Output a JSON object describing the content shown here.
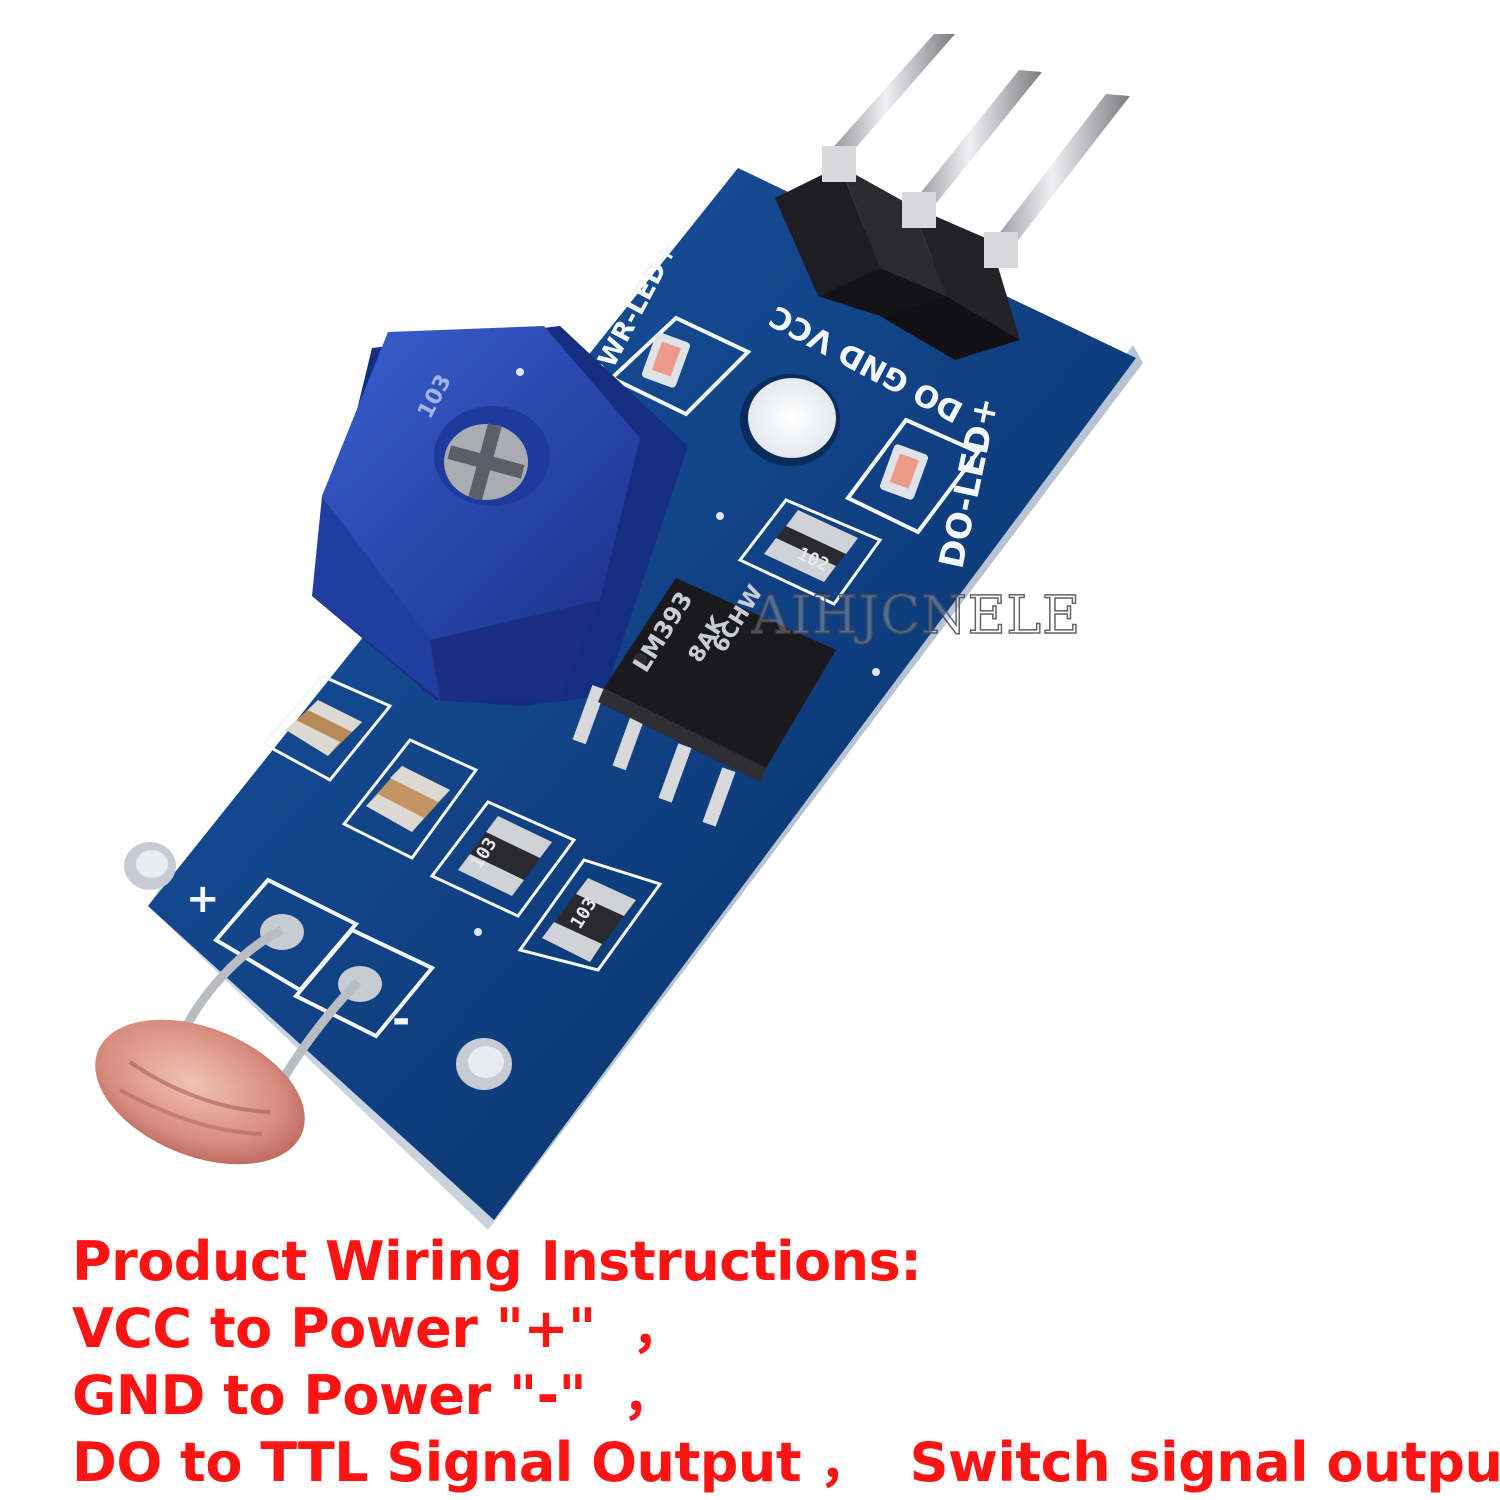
{
  "board": {
    "silk_pwr_led": "PWR-LED+",
    "silk_do_led": "DO-LED+",
    "silk_pins": "DO GND VCC",
    "silk_plus": "+",
    "silk_minus": "-",
    "pot_marking": "103",
    "chip_marking_1": "LM393",
    "chip_marking_2": "8AK",
    "chip_marking_3": "6CHW",
    "resistor_top": "102",
    "resistor_left": "103",
    "resistor_right": "103",
    "pcb_color": "#0e3d7a",
    "pot_color": "#2341a8"
  },
  "watermark": "AIHJCNELE",
  "caption": {
    "line1": "Product Wiring Instructions:",
    "line2": "VCC to Power \"+\"  ，",
    "line3": "GND to Power \"-\"  ，",
    "line4": "DO to TTL Signal Output ，  Switch signal output",
    "color": "#ff1313"
  }
}
